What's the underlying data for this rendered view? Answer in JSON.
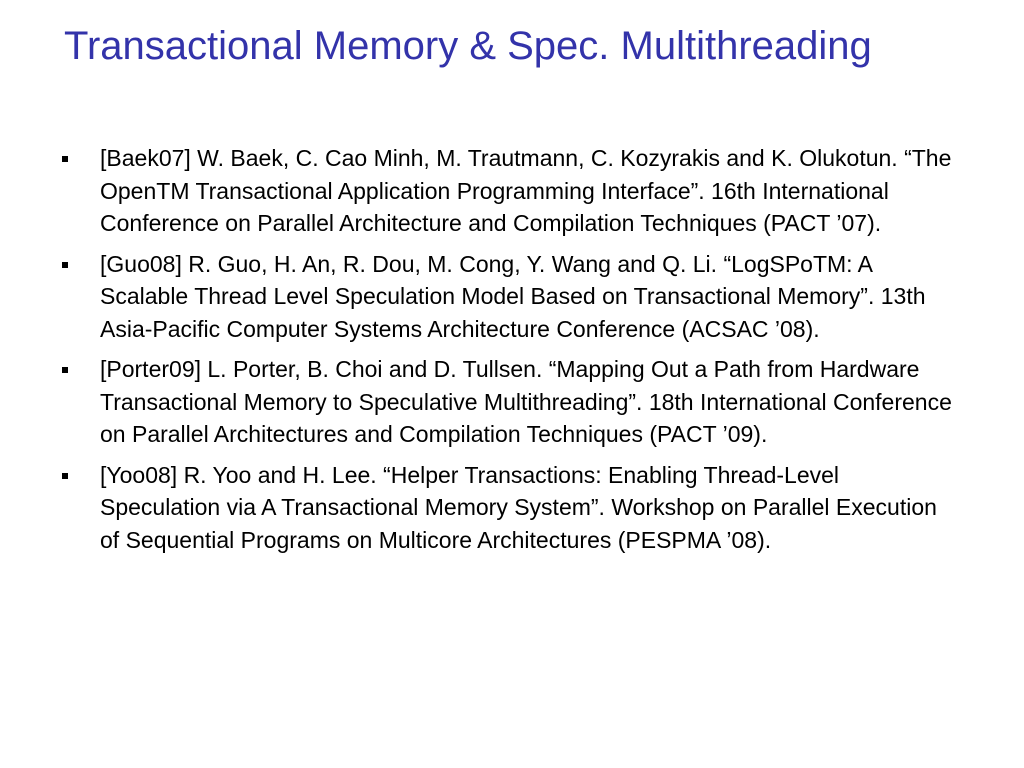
{
  "slide": {
    "title": "Transactional Memory & Spec. Multithreading",
    "references": [
      {
        "text": "[Baek07] W. Baek, C. Cao Minh, M. Trautmann, C. Kozyrakis and K. Olukotun. “The OpenTM Transactional Application Programming Interface”. 16th International Conference on Parallel Architecture and Compilation Techniques (PACT ’07)."
      },
      {
        "text": "[Guo08] R. Guo, H. An, R. Dou, M. Cong, Y. Wang and Q. Li. “LogSPoTM: A Scalable Thread Level Speculation Model Based on Transactional Memory”. 13th Asia-Pacific Computer Systems Architecture Conference (ACSAC ’08)."
      },
      {
        "text": "[Porter09] L. Porter, B. Choi and D. Tullsen. “Mapping Out a Path from Hardware Transactional Memory to Speculative Multithreading”. 18th International Conference on Parallel Architectures and Compilation Techniques (PACT ’09)."
      },
      {
        "text": "[Yoo08] R. Yoo and H. Lee. “Helper Transactions: Enabling Thread-Level Speculation via A Transactional Memory System”. Workshop on Parallel Execution of Sequential Programs on Multicore Architectures (PESPMA ’08)."
      }
    ]
  },
  "colors": {
    "title": "#3333aa",
    "text": "#000000",
    "background": "#ffffff"
  }
}
